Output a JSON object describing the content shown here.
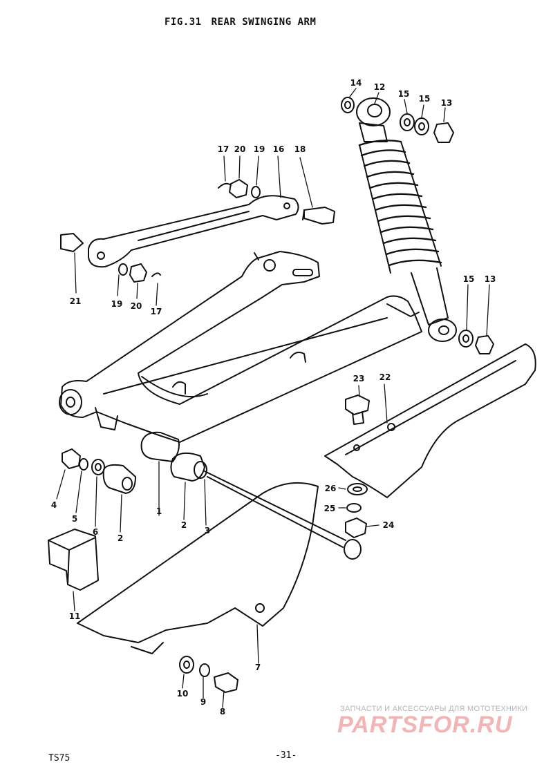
{
  "figure": {
    "number": "FIG.31",
    "title": "REAR SWINGING ARM"
  },
  "callouts": [
    {
      "id": "c14a",
      "label": "14"
    },
    {
      "id": "c12",
      "label": "12"
    },
    {
      "id": "c15a",
      "label": "15"
    },
    {
      "id": "c15b",
      "label": "15"
    },
    {
      "id": "c13a",
      "label": "13"
    },
    {
      "id": "c17a",
      "label": "17"
    },
    {
      "id": "c20a",
      "label": "20"
    },
    {
      "id": "c19a",
      "label": "19"
    },
    {
      "id": "c16",
      "label": "16"
    },
    {
      "id": "c18",
      "label": "18"
    },
    {
      "id": "c21",
      "label": "21"
    },
    {
      "id": "c19b",
      "label": "19"
    },
    {
      "id": "c20b",
      "label": "20"
    },
    {
      "id": "c17b",
      "label": "17"
    },
    {
      "id": "c15c",
      "label": "15"
    },
    {
      "id": "c13b",
      "label": "13"
    },
    {
      "id": "c23",
      "label": "23"
    },
    {
      "id": "c22",
      "label": "22"
    },
    {
      "id": "c4",
      "label": "4"
    },
    {
      "id": "c5",
      "label": "5"
    },
    {
      "id": "c6",
      "label": "6"
    },
    {
      "id": "c2a",
      "label": "2"
    },
    {
      "id": "c2b",
      "label": "2"
    },
    {
      "id": "c3",
      "label": "3"
    },
    {
      "id": "c1",
      "label": "1"
    },
    {
      "id": "c26",
      "label": "26"
    },
    {
      "id": "c25",
      "label": "25"
    },
    {
      "id": "c24",
      "label": "24"
    },
    {
      "id": "c11",
      "label": "11"
    },
    {
      "id": "c7",
      "label": "7"
    },
    {
      "id": "c10",
      "label": "10"
    },
    {
      "id": "c9",
      "label": "9"
    },
    {
      "id": "c8",
      "label": "8"
    }
  ],
  "footer": {
    "model": "TS75",
    "page": "-31-"
  },
  "watermark": {
    "caption": "ЗАПЧАСТИ И АКСЕССУАРЫ ДЛЯ МОТОТЕХНИКИ",
    "logo": "PARTSFOR.RU"
  },
  "colors": {
    "ink": "#111111",
    "watermark_logo": "#f2b4b4",
    "watermark_text": "#b5b5b5"
  }
}
